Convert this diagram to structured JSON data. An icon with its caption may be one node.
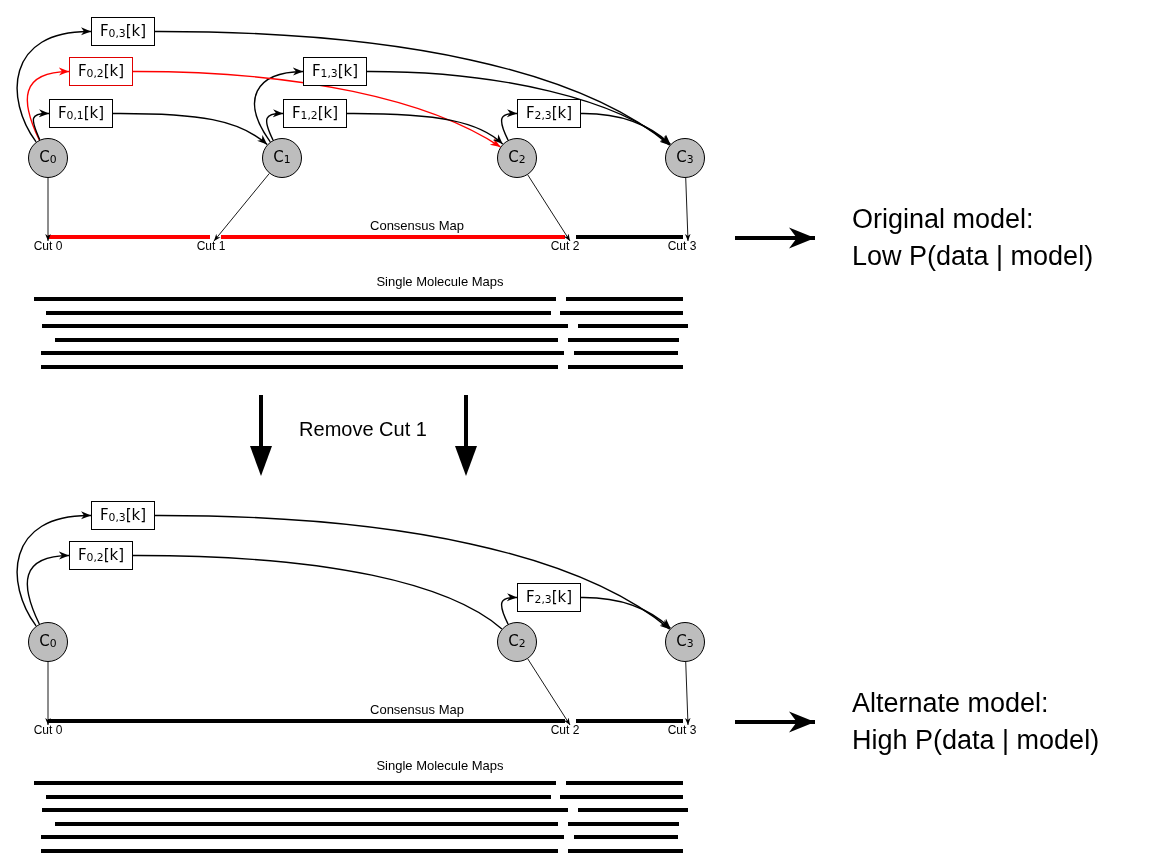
{
  "diagram": {
    "nodes": [
      {
        "text": [
          "F$_{0,3}$[k]"
        ]
      },
      {
        "text": [
          "F$_{0,2}$[k]"
        ]
      },
      {
        "text": [
          "F$_{1,3}$[k]"
        ]
      },
      {
        "text": [
          "F$_{0,1}$[k]"
        ]
      },
      {
        "text": [
          "F$_{1,2}$[k]"
        ]
      },
      {
        "text": [
          "F$_{2,3}$[k]"
        ]
      },
      {
        "text": [
          "C$_{0}$"
        ]
      },
      {
        "text": [
          "C$_{1}$"
        ]
      },
      {
        "text": [
          "C$_{2}$"
        ]
      },
      {
        "text": [
          "C$_{3}$"
        ]
      },
      {
        "text": [
          "Cut 0"
        ]
      },
      {
        "text": [
          "Cut 1"
        ]
      },
      {
        "text": [
          "Cut 2"
        ]
      },
      {
        "text": [
          "Cut 3"
        ]
      },
      {
        "text": [
          "Original model:",
          "Low P(data | model)"
        ]
      },
      {
        "text": [
          "F$_{0,3}$[k]"
        ]
      },
      {
        "text": [
          "F$_{0,2}$[k]"
        ]
      },
      {
        "text": [
          "F$_{2,3}$[k]"
        ]
      },
      {
        "text": [
          "C$_{0}$"
        ]
      },
      {
        "text": [
          "C$_{2}$"
        ]
      },
      {
        "text": [
          "C$_{3}$"
        ]
      },
      {
        "text": [
          "Cut 0"
        ]
      },
      {
        "text": [
          "Cut 2"
        ]
      },
      {
        "text": [
          "Cut 3"
        ]
      },
      {
        "text": [
          "Alternate model:",
          "High P(data | model)"
        ]
      }
    ],
    "edges": [
      {
        "from": 6,
        "to": 0,
        "arrow": "to"
      },
      {
        "from": 6,
        "to": 1,
        "arrow": "to",
        "color": "#ff0000"
      },
      {
        "from": 6,
        "to": 3,
        "arrow": "to"
      },
      {
        "from": 3,
        "to": 7,
        "arrow": "to"
      },
      {
        "from": 7,
        "to": 2,
        "arrow": "to"
      },
      {
        "from": 7,
        "to": 4,
        "arrow": "to"
      },
      {
        "from": 1,
        "to": 8,
        "arrow": "to",
        "color": "#ff0000"
      },
      {
        "from": 4,
        "to": 8,
        "arrow": "to"
      },
      {
        "from": 8,
        "to": 5,
        "arrow": "to"
      },
      {
        "from": 0,
        "to": 9,
        "arrow": "to"
      },
      {
        "from": 2,
        "to": 9,
        "arrow": "to"
      },
      {
        "from": 5,
        "to": 9,
        "arrow": "to"
      },
      {
        "from": 6,
        "to": 10,
        "arrow": "to"
      },
      {
        "from": 7,
        "to": 11,
        "arrow": "to"
      },
      {
        "from": 8,
        "to": 12,
        "arrow": "to"
      },
      {
        "from": 9,
        "to": 13,
        "arrow": "to"
      },
      {
        "from": null,
        "to": 14,
        "arrow": "to",
        "style": "thick"
      },
      {
        "from": 18,
        "to": 15,
        "arrow": "to"
      },
      {
        "from": 18,
        "to": 16,
        "arrow": "to"
      },
      {
        "from": 15,
        "to": 20,
        "arrow": "to"
      },
      {
        "from": 16,
        "to": 19,
        "arrow": "none"
      },
      {
        "from": 19,
        "to": 17,
        "arrow": "to"
      },
      {
        "from": 17,
        "to": 20,
        "arrow": "to"
      },
      {
        "from": 18,
        "to": 21,
        "arrow": "to"
      },
      {
        "from": 19,
        "to": 22,
        "arrow": "to"
      },
      {
        "from": 20,
        "to": 23,
        "arrow": "to"
      },
      {
        "from": null,
        "to": 24,
        "arrow": "to",
        "style": "thick"
      }
    ],
    "labels": [
      "Consensus Map",
      "Single Molecule Maps",
      "Remove Cut 1",
      "Consensus Map",
      "Single Molecule Maps"
    ]
  }
}
